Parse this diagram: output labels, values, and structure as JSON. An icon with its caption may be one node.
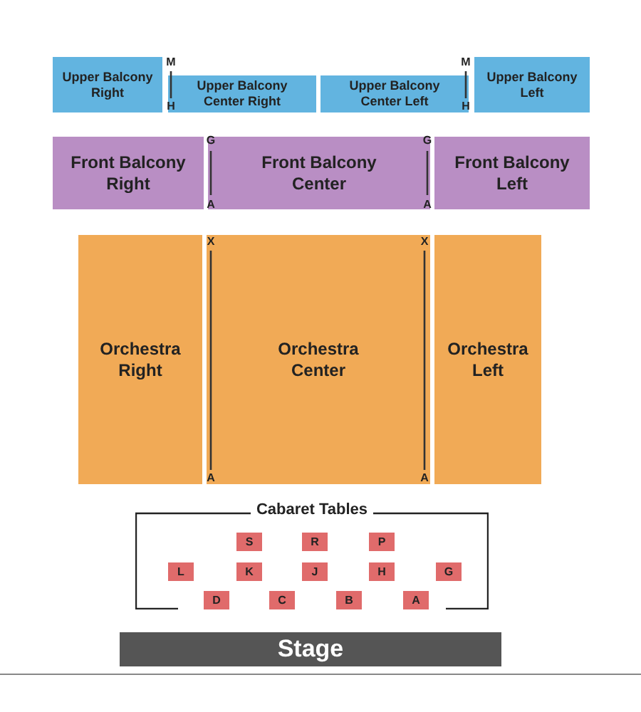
{
  "diagram": {
    "nodes": [
      {
        "text": [
          "Upper Balcony Right"
        ]
      },
      {
        "text": [
          "Upper Balcony Center Right"
        ]
      },
      {
        "text": [
          "Upper Balcony Center Left"
        ]
      },
      {
        "text": [
          "Upper Balcony Left"
        ]
      },
      {
        "text": [
          "Front Balcony Right"
        ]
      },
      {
        "text": [
          "Front Balcony Center"
        ]
      },
      {
        "text": [
          "Front Balcony Left"
        ]
      },
      {
        "text": [
          "Orchestra Right"
        ]
      },
      {
        "text": [
          "Orchestra Center"
        ]
      },
      {
        "text": [
          "Orchestra Left"
        ]
      },
      {
        "text": [
          "Cabaret Tables"
        ]
      },
      {
        "text": [
          "S"
        ],
        "in": 10
      },
      {
        "text": [
          "R"
        ],
        "in": 10
      },
      {
        "text": [
          "P"
        ],
        "in": 10
      },
      {
        "text": [
          "L"
        ],
        "in": 10
      },
      {
        "text": [
          "K"
        ],
        "in": 10
      },
      {
        "text": [
          "J"
        ],
        "in": 10
      },
      {
        "text": [
          "H"
        ],
        "in": 10
      },
      {
        "text": [
          "G"
        ],
        "in": 10
      },
      {
        "text": [
          "D"
        ],
        "in": 10
      },
      {
        "text": [
          "C"
        ],
        "in": 10
      },
      {
        "text": [
          "B"
        ],
        "in": 10
      },
      {
        "text": [
          "A"
        ],
        "in": 10
      },
      {
        "text": [
          "Stage"
        ]
      }
    ],
    "labels": [
      "M",
      "M",
      "H",
      "H",
      "G",
      "G",
      "A",
      "A",
      "X",
      "X",
      "A",
      "A"
    ]
  }
}
